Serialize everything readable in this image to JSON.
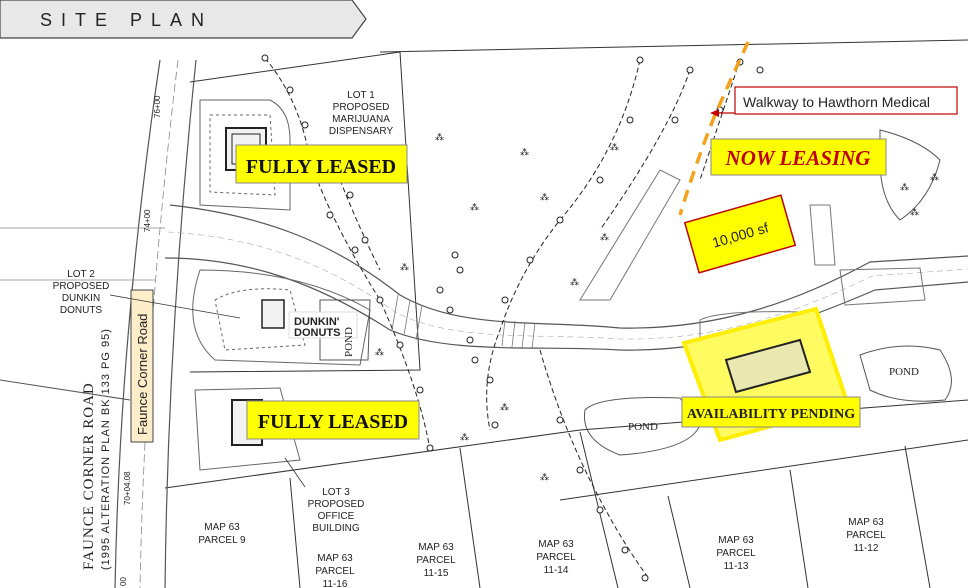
{
  "header": {
    "title": "SITE PLAN"
  },
  "callout": {
    "walkway": "Walkway to Hawthorn Medical"
  },
  "banners": {
    "fully_leased_top": "FULLY LEASED",
    "fully_leased_bottom": "FULLY LEASED",
    "now_leasing": "NOW LEASING",
    "availability_pending": "AVAILABILITY PENDING",
    "size": "10,000 sf"
  },
  "road": {
    "name_lines": [
      "FAUNCE CORNER ROAD",
      "(1995 ALTERATION PLAN BK 133 PG 95)"
    ],
    "sign": "Faunce Corner Road",
    "stations": [
      "76+00",
      "74+00",
      "70+04.08",
      "00"
    ]
  },
  "lots": {
    "lot1": [
      "LOT 1",
      "PROPOSED",
      "MARIJUANA",
      "DISPENSARY"
    ],
    "lot2": [
      "LOT 2",
      "PROPOSED",
      "DUNKIN",
      "DONUTS"
    ],
    "lot3": [
      "LOT 3",
      "PROPOSED",
      "OFFICE",
      "BUILDING"
    ]
  },
  "parcels": [
    [
      "MAP 63",
      "PARCEL 9"
    ],
    [
      "MAP 63",
      "PARCEL",
      "11-16"
    ],
    [
      "MAP 63",
      "PARCEL",
      "11-15"
    ],
    [
      "MAP 63",
      "PARCEL",
      "11-14"
    ],
    [
      "MAP 63",
      "PARCEL",
      "11-13"
    ],
    [
      "MAP 63",
      "PARCEL",
      "11-12"
    ]
  ],
  "ponds": [
    "POND",
    "POND",
    "POND"
  ],
  "logo": {
    "line1": "DUNKIN'",
    "line2": "DONUTS"
  },
  "colors": {
    "highlight": "#ffff00",
    "label_red": "#c00000",
    "walkway_orange": "#f5a21b",
    "sign_bg": "#fdeec9",
    "header_bg": "#e8e8e8"
  }
}
